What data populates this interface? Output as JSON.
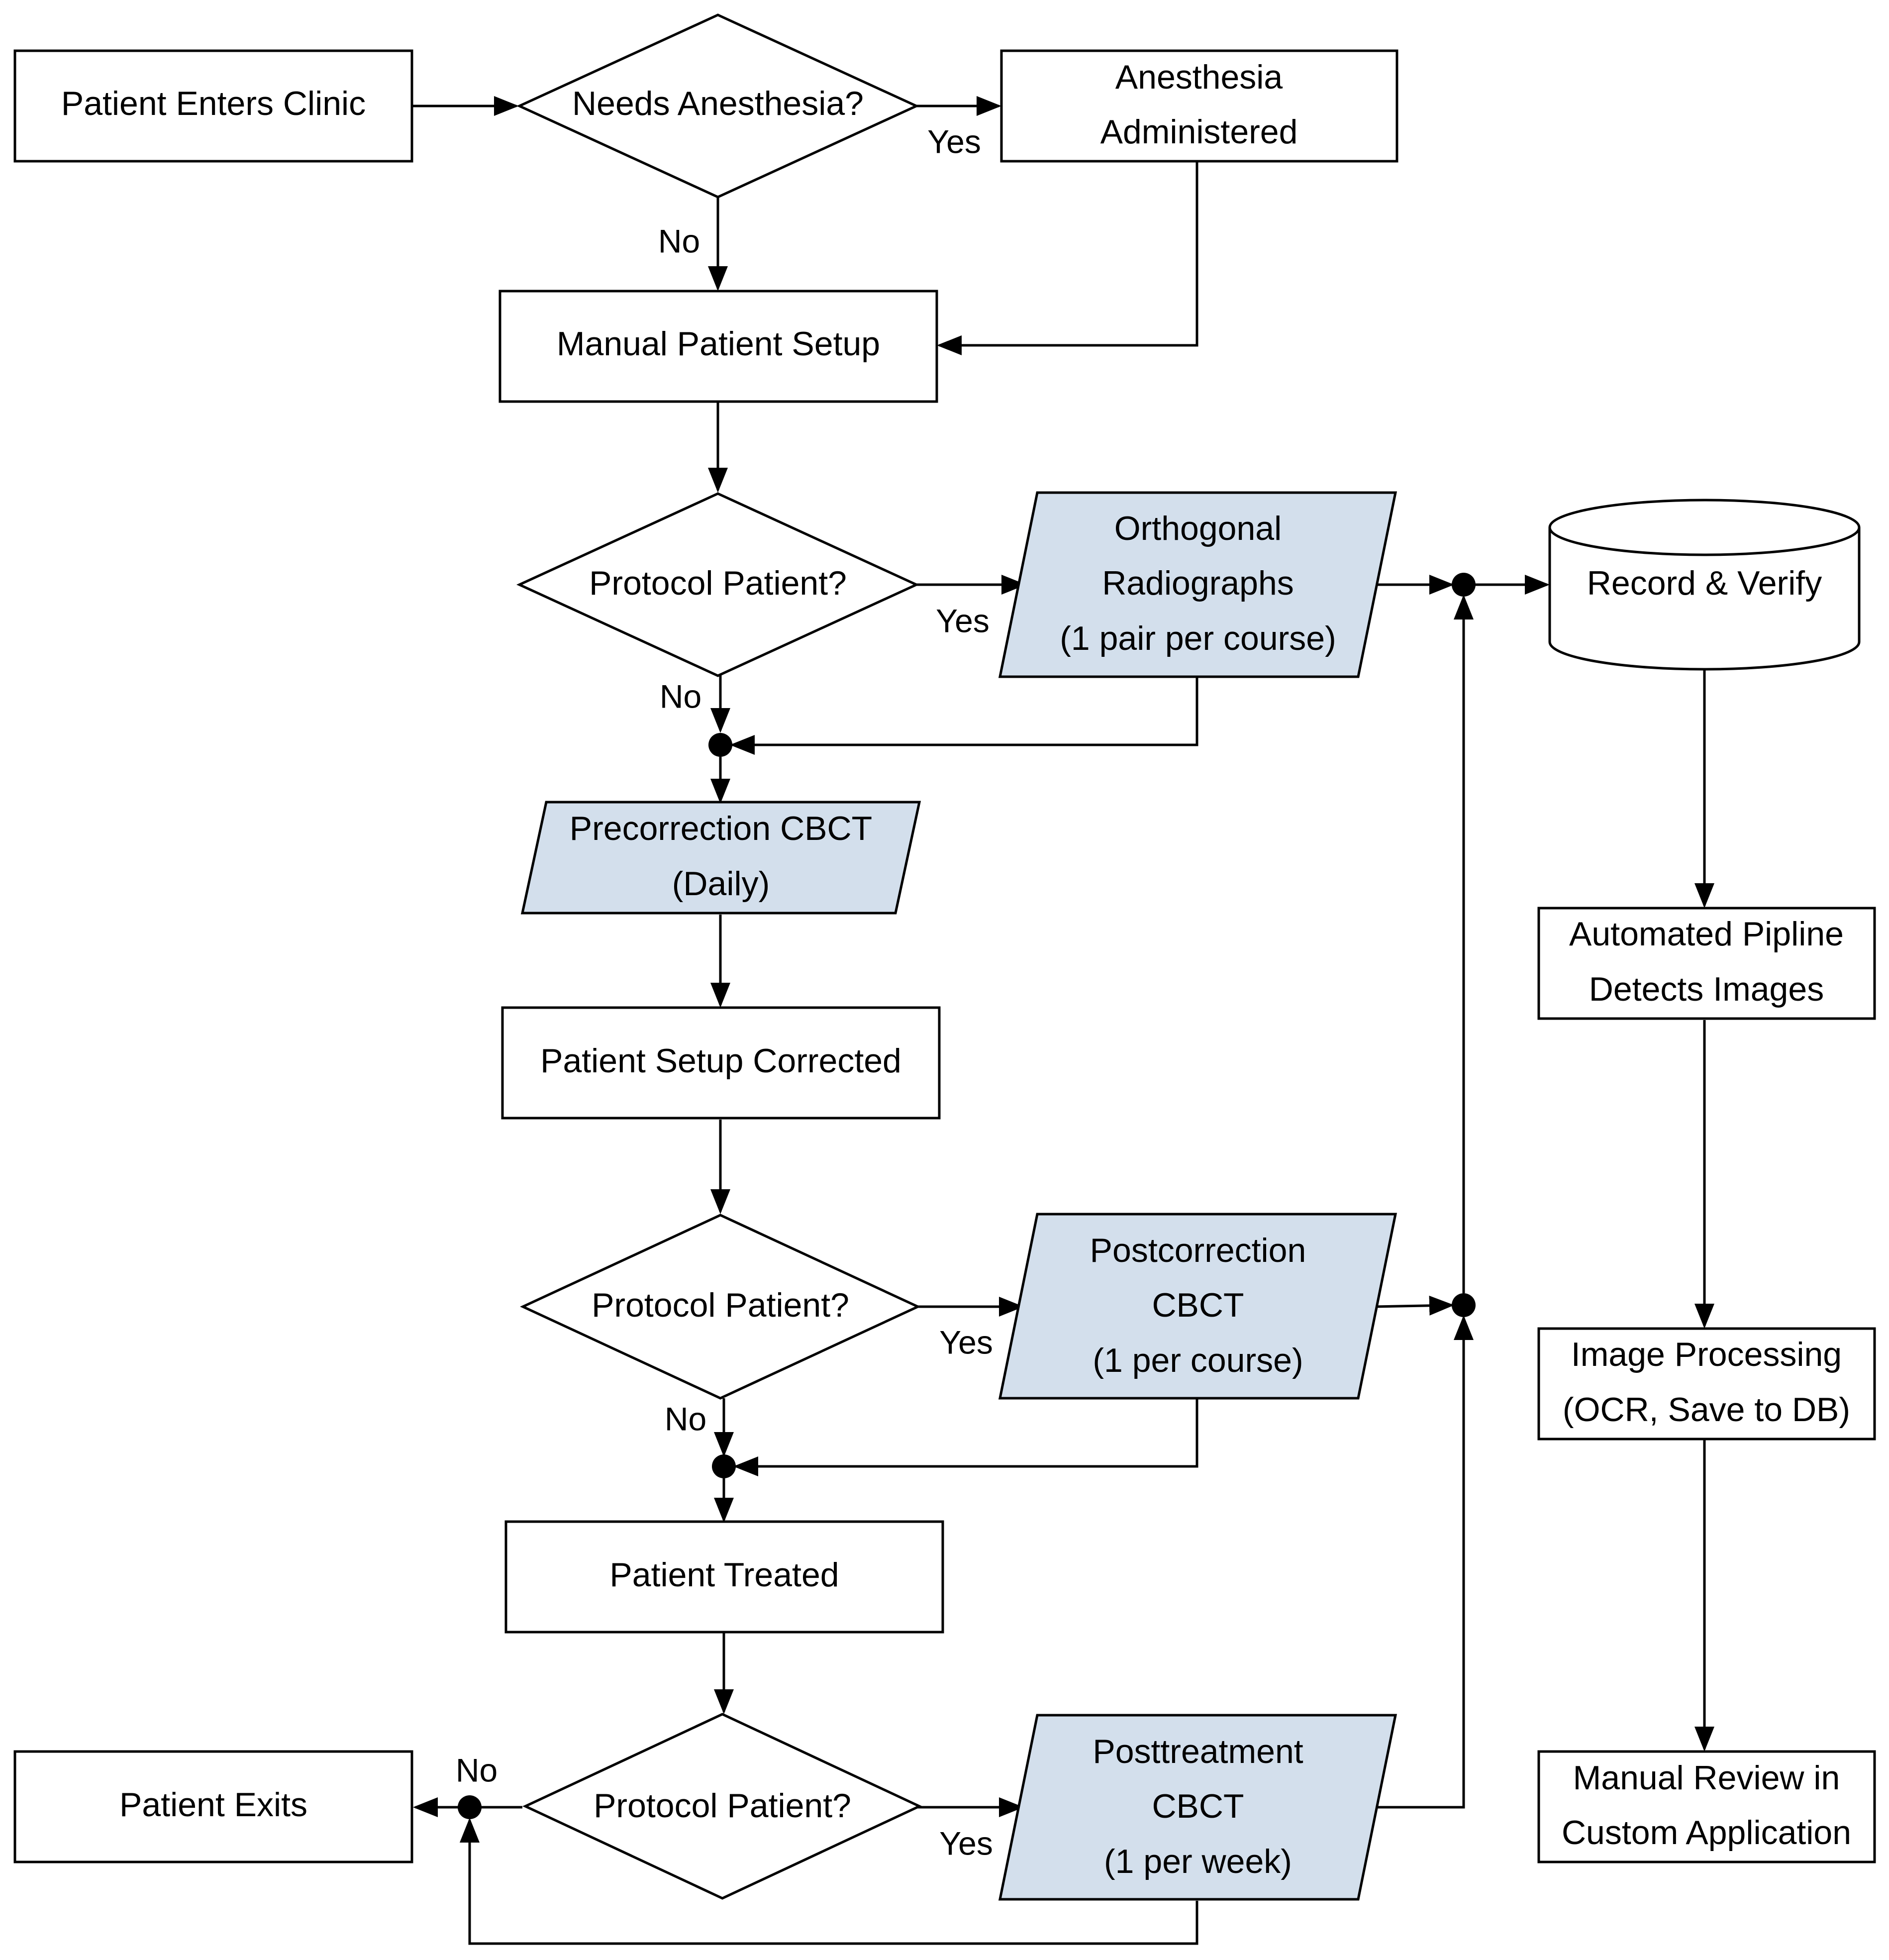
{
  "nodes": {
    "patient_enters": "Patient Enters Clinic",
    "needs_anesthesia": "Needs Anesthesia?",
    "anesthesia_line1": "Anesthesia",
    "anesthesia_line2": "Administered",
    "manual_setup": "Manual Patient Setup",
    "protocol_1": "Protocol Patient?",
    "orthogonal_line1": "Orthogonal",
    "orthogonal_line2": "Radiographs",
    "orthogonal_line3": "(1 pair per course)",
    "record_verify": "Record & Verify",
    "precorrection_line1": "Precorrection CBCT",
    "precorrection_line2": "(Daily)",
    "setup_corrected": "Patient Setup Corrected",
    "protocol_2": "Protocol Patient?",
    "postcorrection_line1": "Postcorrection",
    "postcorrection_line2": "CBCT",
    "postcorrection_line3": "(1 per course)",
    "patient_treated": "Patient Treated",
    "protocol_3": "Protocol Patient?",
    "posttreatment_line1": "Posttreatment",
    "posttreatment_line2": "CBCT",
    "posttreatment_line3": "(1 per week)",
    "patient_exits": "Patient Exits",
    "pipeline_line1": "Automated Pipline",
    "pipeline_line2": "Detects Images",
    "processing_line1": "Image Processing",
    "processing_line2": "(OCR, Save to DB)",
    "review_line1": "Manual Review in",
    "review_line2": "Custom Application"
  },
  "edge_labels": {
    "yes_anesthesia": "Yes",
    "no_anesthesia": "No",
    "yes_protocol_1": "Yes",
    "no_protocol_1": "No",
    "yes_protocol_2": "Yes",
    "no_protocol_2": "No",
    "yes_protocol_3": "Yes",
    "no_protocol_3": "No"
  },
  "colors": {
    "image_node_fill": "#d3dfec",
    "stroke": "#000000"
  }
}
